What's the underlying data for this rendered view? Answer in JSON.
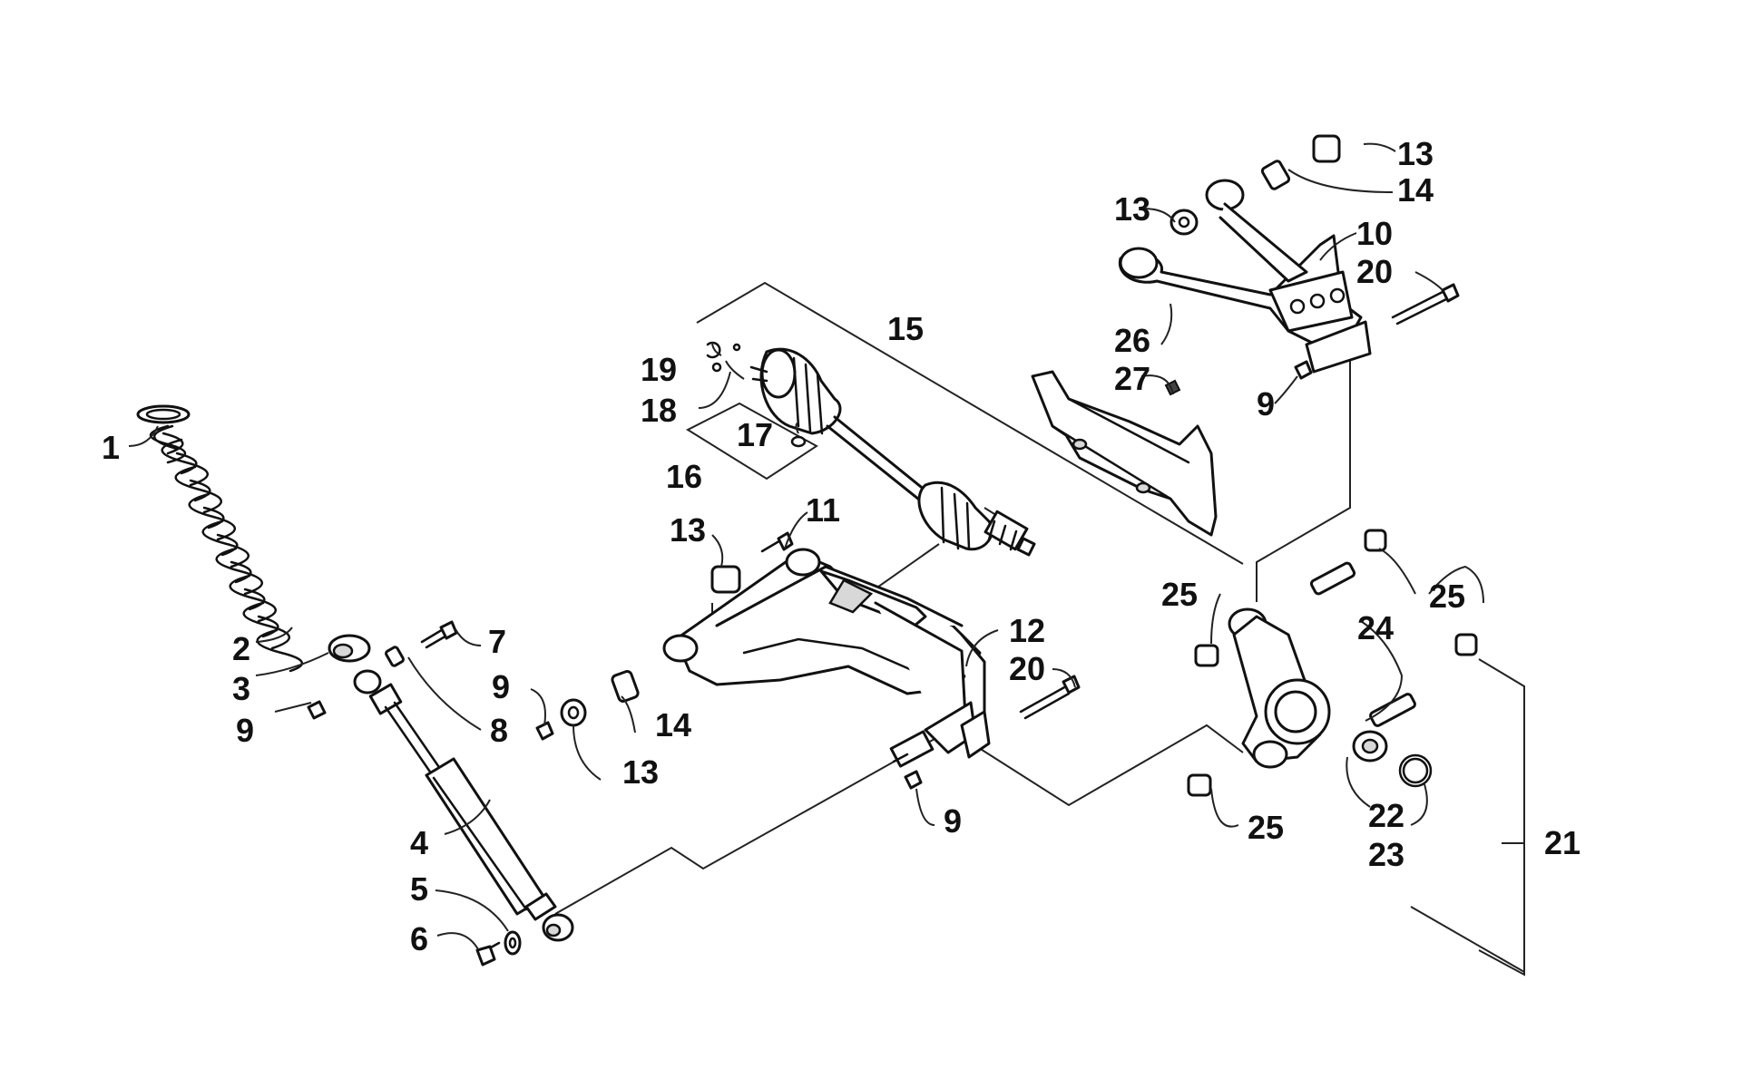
{
  "diagram": {
    "callouts": [
      {
        "id": "c1",
        "label": "1"
      },
      {
        "id": "c2",
        "label": "2"
      },
      {
        "id": "c3",
        "label": "3"
      },
      {
        "id": "c4",
        "label": "4"
      },
      {
        "id": "c5",
        "label": "5"
      },
      {
        "id": "c6",
        "label": "6"
      },
      {
        "id": "c7",
        "label": "7"
      },
      {
        "id": "c8",
        "label": "8"
      },
      {
        "id": "c9a",
        "label": "9"
      },
      {
        "id": "c9b",
        "label": "9"
      },
      {
        "id": "c9c",
        "label": "9"
      },
      {
        "id": "c9d",
        "label": "9"
      },
      {
        "id": "c10",
        "label": "10"
      },
      {
        "id": "c11",
        "label": "11"
      },
      {
        "id": "c12",
        "label": "12"
      },
      {
        "id": "c13a",
        "label": "13"
      },
      {
        "id": "c13b",
        "label": "13"
      },
      {
        "id": "c13c",
        "label": "13"
      },
      {
        "id": "c13d",
        "label": "13"
      },
      {
        "id": "c14a",
        "label": "14"
      },
      {
        "id": "c14b",
        "label": "14"
      },
      {
        "id": "c15",
        "label": "15"
      },
      {
        "id": "c16",
        "label": "16"
      },
      {
        "id": "c17",
        "label": "17"
      },
      {
        "id": "c18",
        "label": "18"
      },
      {
        "id": "c19",
        "label": "19"
      },
      {
        "id": "c20a",
        "label": "20"
      },
      {
        "id": "c20b",
        "label": "20"
      },
      {
        "id": "c21",
        "label": "21"
      },
      {
        "id": "c22",
        "label": "22"
      },
      {
        "id": "c23",
        "label": "23"
      },
      {
        "id": "c24",
        "label": "24"
      },
      {
        "id": "c25a",
        "label": "25"
      },
      {
        "id": "c25b",
        "label": "25"
      },
      {
        "id": "c25c",
        "label": "25"
      },
      {
        "id": "c26",
        "label": "26"
      },
      {
        "id": "c27",
        "label": "27"
      }
    ]
  }
}
